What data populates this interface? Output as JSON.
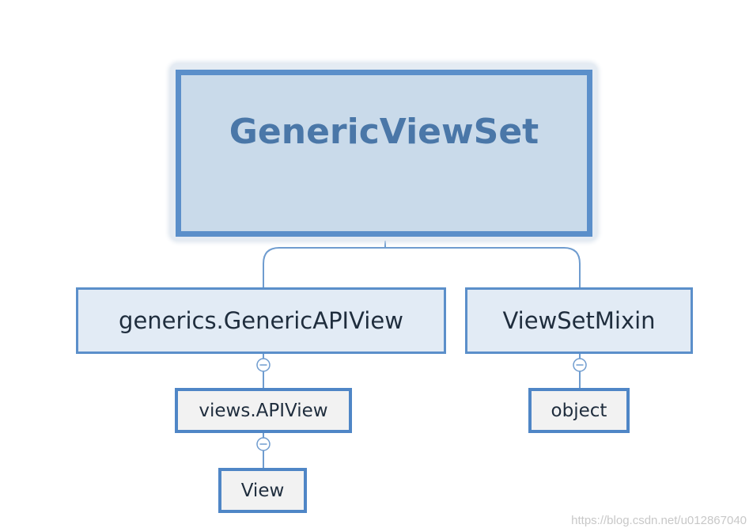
{
  "diagram": {
    "root": {
      "label": "GenericViewSet"
    },
    "children": [
      {
        "label": "generics.GenericAPIView",
        "children": [
          {
            "label": "views.APIView",
            "children": [
              {
                "label": "View"
              }
            ]
          }
        ]
      },
      {
        "label": "ViewSetMixin",
        "children": [
          {
            "label": "object"
          }
        ]
      }
    ]
  },
  "watermark": "https://blog.csdn.net/u012867040",
  "colors": {
    "root_fill": "#c9daea",
    "root_border": "#5b8fca",
    "root_text": "#4a77a8",
    "node_fill": "#e2ebf5",
    "leaf_fill": "#f2f2f2",
    "connector": "#6f9ccf"
  }
}
